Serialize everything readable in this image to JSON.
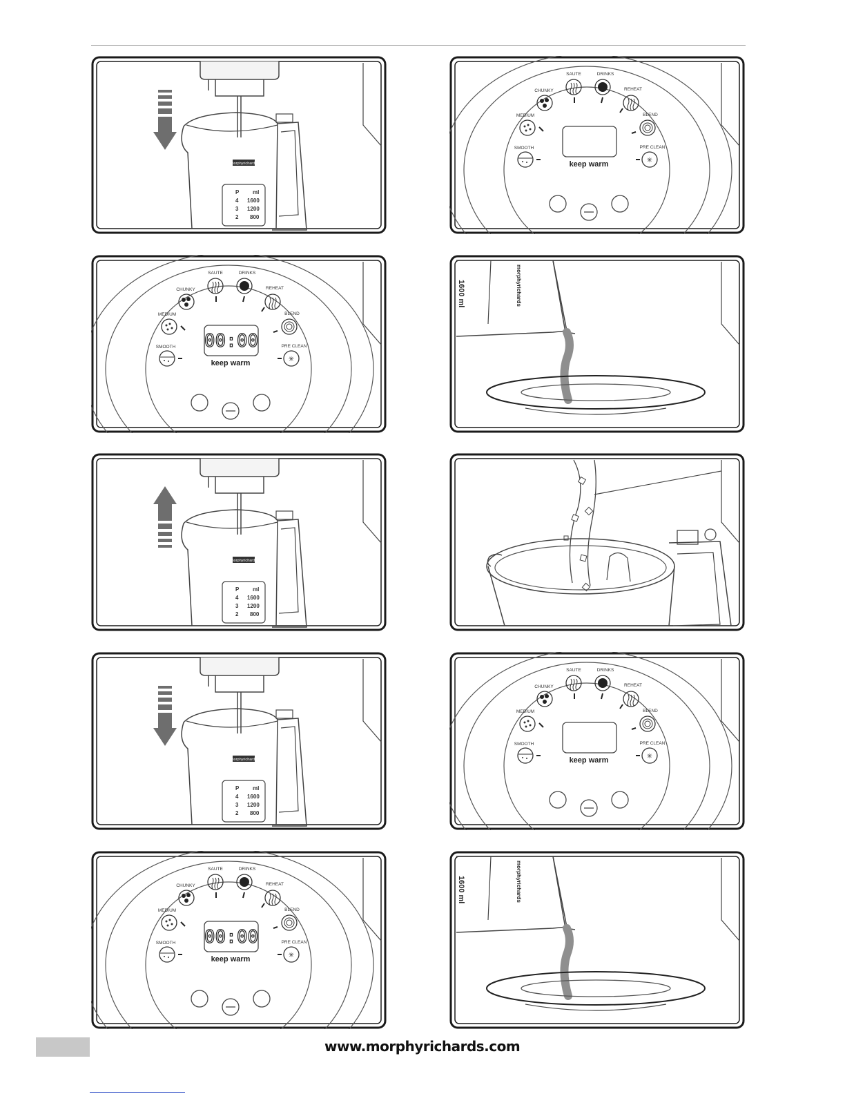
{
  "control_panel": {
    "programs": [
      "CHUNKY",
      "SAUTE",
      "DRINKS",
      "REHEAT",
      "MEDIUM",
      "BLEND",
      "SMOOTH",
      "PRE CLEAN"
    ],
    "display_time": "00:00",
    "keep_warm": "keep warm"
  },
  "jug_scale": {
    "header_p": "P",
    "header_ml": "ml",
    "rows": [
      {
        "p": "4",
        "ml": "1600"
      },
      {
        "p": "3",
        "ml": "1200"
      },
      {
        "p": "2",
        "ml": "800"
      }
    ]
  },
  "brand_label": "morphyrichards",
  "pour_scale_label": "1600 ml",
  "footer": {
    "website": "www.morphyrichards.com"
  },
  "colors": {
    "frame": "#1a1a1a",
    "line": "#444444",
    "arrow": "#6e6e6e",
    "liquid": "#8f8f8f",
    "page_tab": "#c8c8c8"
  },
  "panels": [
    {
      "id": "1",
      "scene": "blender-lowering",
      "arrow": "down"
    },
    {
      "id": "2",
      "scene": "control-panel-blank-display"
    },
    {
      "id": "3",
      "scene": "control-panel-time-display"
    },
    {
      "id": "4",
      "scene": "pouring-into-plate"
    },
    {
      "id": "5",
      "scene": "blender-raising",
      "arrow": "up"
    },
    {
      "id": "6",
      "scene": "adding-ingredients"
    },
    {
      "id": "7",
      "scene": "blender-lowering",
      "arrow": "down"
    },
    {
      "id": "8",
      "scene": "control-panel-blank-display"
    },
    {
      "id": "9",
      "scene": "control-panel-time-display"
    },
    {
      "id": "10",
      "scene": "pouring-into-plate"
    }
  ]
}
